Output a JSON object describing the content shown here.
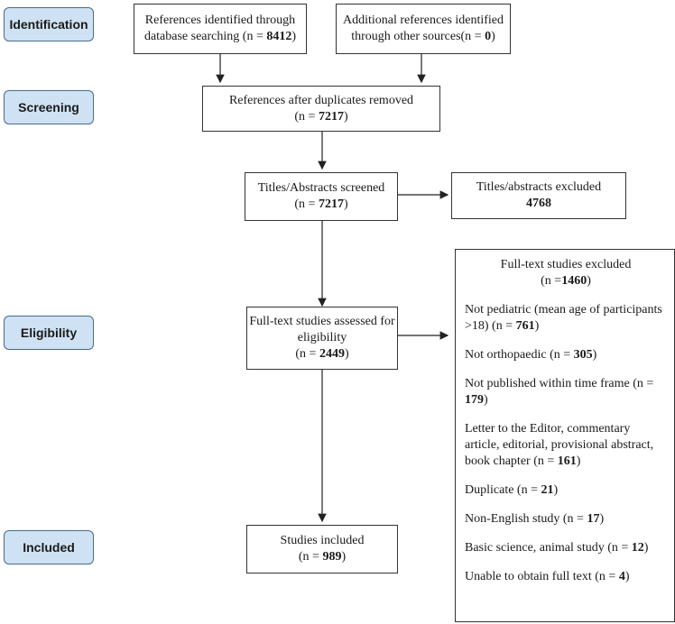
{
  "stages": {
    "identification": "Identification",
    "screening": "Screening",
    "eligibility": "Eligibility",
    "included": "Included"
  },
  "boxes": {
    "database": {
      "text": "References identified through database searching (n = ",
      "n": "8412",
      "close": ")"
    },
    "other": {
      "text": "Additional references identified through other sources(n = ",
      "n": "0",
      "close": ")"
    },
    "duplicates": {
      "text": "References after duplicates removed",
      "n_prefix": "(n = ",
      "n": "7217",
      "close": ")"
    },
    "screened": {
      "text": "Titles/Abstracts screened",
      "n_prefix": "(n = ",
      "n": "7217",
      "close": ")"
    },
    "abstracts_excluded": {
      "text": "Titles/abstracts excluded",
      "n": "4768"
    },
    "fulltext_assessed": {
      "text": "Full-text studies assessed for eligibility",
      "n_prefix": "(n = ",
      "n": "2449",
      "close": ")"
    },
    "included": {
      "text": "Studies included",
      "n_prefix": "(n = ",
      "n": "989",
      "close": ")"
    }
  },
  "excluded": {
    "title": "Full-text studies excluded",
    "total_prefix": "(n =",
    "total": "1460",
    "close": ")",
    "reasons": [
      {
        "label": "Not pediatric (mean age of participants >18) (n = ",
        "n": "761"
      },
      {
        "label": "Not orthopaedic (n = ",
        "n": "305"
      },
      {
        "label": "Not published within time frame (n = ",
        "n": "179"
      },
      {
        "label": "Letter to the Editor, commentary article, editorial, provisional abstract, book chapter (n = ",
        "n": "161"
      },
      {
        "label": "Duplicate (n = ",
        "n": "21"
      },
      {
        "label": "Non-English study (n = ",
        "n": "17"
      },
      {
        "label": "Basic science, animal study (n = ",
        "n": "12"
      },
      {
        "label": "Unable to obtain full text (n = ",
        "n": "4"
      }
    ]
  }
}
